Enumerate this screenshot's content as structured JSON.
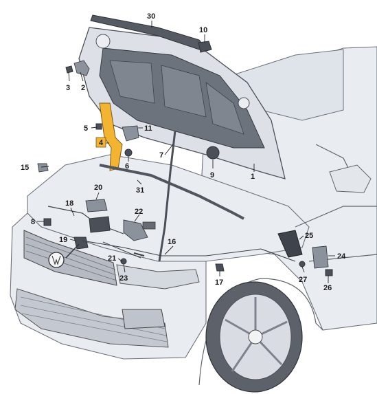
{
  "labels": [
    {
      "id": "1",
      "text": "1"
    },
    {
      "id": "2",
      "text": "2"
    },
    {
      "id": "3",
      "text": "3"
    },
    {
      "id": "4",
      "text": "4"
    },
    {
      "id": "5",
      "text": "5"
    },
    {
      "id": "6",
      "text": "6"
    },
    {
      "id": "7",
      "text": "7"
    },
    {
      "id": "8",
      "text": "8"
    },
    {
      "id": "9",
      "text": "9"
    },
    {
      "id": "10",
      "text": "10"
    },
    {
      "id": "11",
      "text": "11"
    },
    {
      "id": "15",
      "text": "15"
    },
    {
      "id": "16",
      "text": "16"
    },
    {
      "id": "17",
      "text": "17"
    },
    {
      "id": "18",
      "text": "18"
    },
    {
      "id": "19",
      "text": "19"
    },
    {
      "id": "20",
      "text": "20"
    },
    {
      "id": "21",
      "text": "21"
    },
    {
      "id": "22",
      "text": "22"
    },
    {
      "id": "23",
      "text": "23"
    },
    {
      "id": "24",
      "text": "24"
    },
    {
      "id": "25",
      "text": "25"
    },
    {
      "id": "26",
      "text": "26"
    },
    {
      "id": "27",
      "text": "27"
    },
    {
      "id": "30",
      "text": "30"
    },
    {
      "id": "31",
      "text": "31"
    }
  ],
  "highlight": {
    "label_id": "4",
    "color": "#f2b431"
  },
  "colors": {
    "body": "#e9ecf1",
    "outline": "#5f6570",
    "part_dark": "#4a4f58"
  }
}
